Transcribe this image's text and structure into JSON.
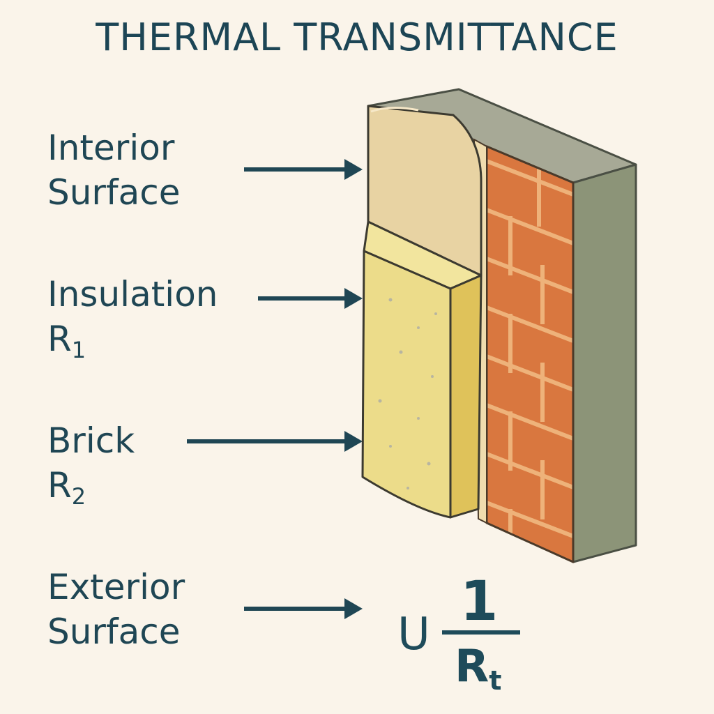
{
  "title": "THERMAL TRANSMITTANCE",
  "labels": {
    "interior": {
      "line1": "Interior",
      "line2": "Surface"
    },
    "insulation": {
      "line1": "Insulation",
      "r_symbol": "R",
      "r_sub": "1"
    },
    "brick": {
      "line1": "Brick",
      "r_symbol": "R",
      "r_sub": "2"
    },
    "exterior": {
      "line1": "Exterior",
      "line2": "Surface"
    }
  },
  "formula": {
    "lhs": "U",
    "numerator": "1",
    "denominator_symbol": "R",
    "denominator_sub": "t"
  },
  "colors": {
    "background": "#faf4ea",
    "text": "#1f4654",
    "brick": "#d9773f",
    "mortar": "#eeb27a",
    "insulation": "#ecdc8a",
    "interior_finish": "#e8d3a3",
    "wall_side": "#8c9478"
  }
}
